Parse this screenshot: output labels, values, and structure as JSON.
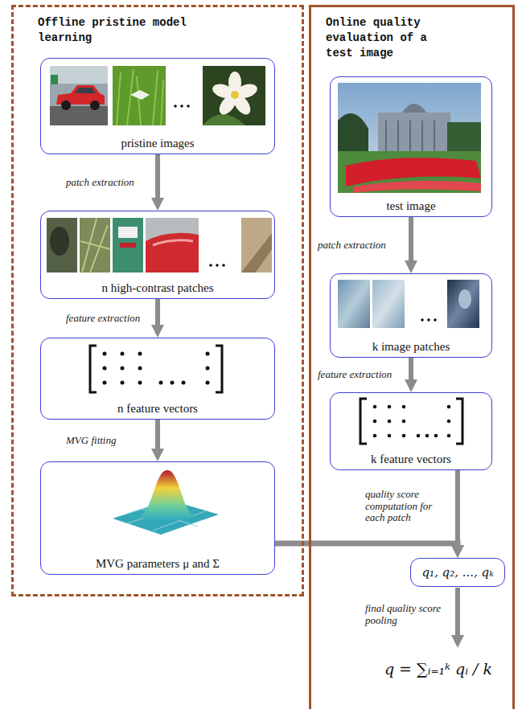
{
  "diagram": {
    "nodes": [
      {
        "text": [
          "Offline pristine model learning"
        ]
      },
      {
        "text": [
          "pristine images"
        ],
        "in": 0
      },
      {
        "text": [
          "n high-contrast patches"
        ],
        "in": 0
      },
      {
        "text": [
          "n feature vectors"
        ],
        "in": 0
      },
      {
        "text": [
          "MVG parameters μ and Σ"
        ],
        "in": 0
      },
      {
        "text": [
          "Online quality evaluation of a test image"
        ]
      },
      {
        "text": [
          "test image"
        ],
        "in": 5
      },
      {
        "text": [
          "k image patches"
        ],
        "in": 5
      },
      {
        "text": [
          "k feature vectors"
        ],
        "in": 5
      },
      {
        "text": [
          "q₁, q₂, ..., qₖ"
        ],
        "in": 5
      }
    ],
    "edges": [
      {
        "from": 1,
        "to": 2,
        "arrow": "to",
        "label": "patch extraction"
      },
      {
        "from": 2,
        "to": 3,
        "arrow": "to",
        "label": "feature extraction"
      },
      {
        "from": 3,
        "to": 4,
        "arrow": "to",
        "label": "MVG fitting"
      },
      {
        "from": 6,
        "to": 7,
        "arrow": "to",
        "label": "patch extraction"
      },
      {
        "from": 7,
        "to": 8,
        "arrow": "to",
        "label": "feature extraction"
      },
      {
        "from": 8,
        "to": 9,
        "arrow": "to",
        "label": "quality score computation for each patch"
      },
      {
        "from": 4,
        "to": 9,
        "arrow": "to"
      }
    ],
    "labels": [
      "final quality score pooling",
      "q = ∑ᵢ₌₁ᵏ qᵢ / k"
    ]
  }
}
